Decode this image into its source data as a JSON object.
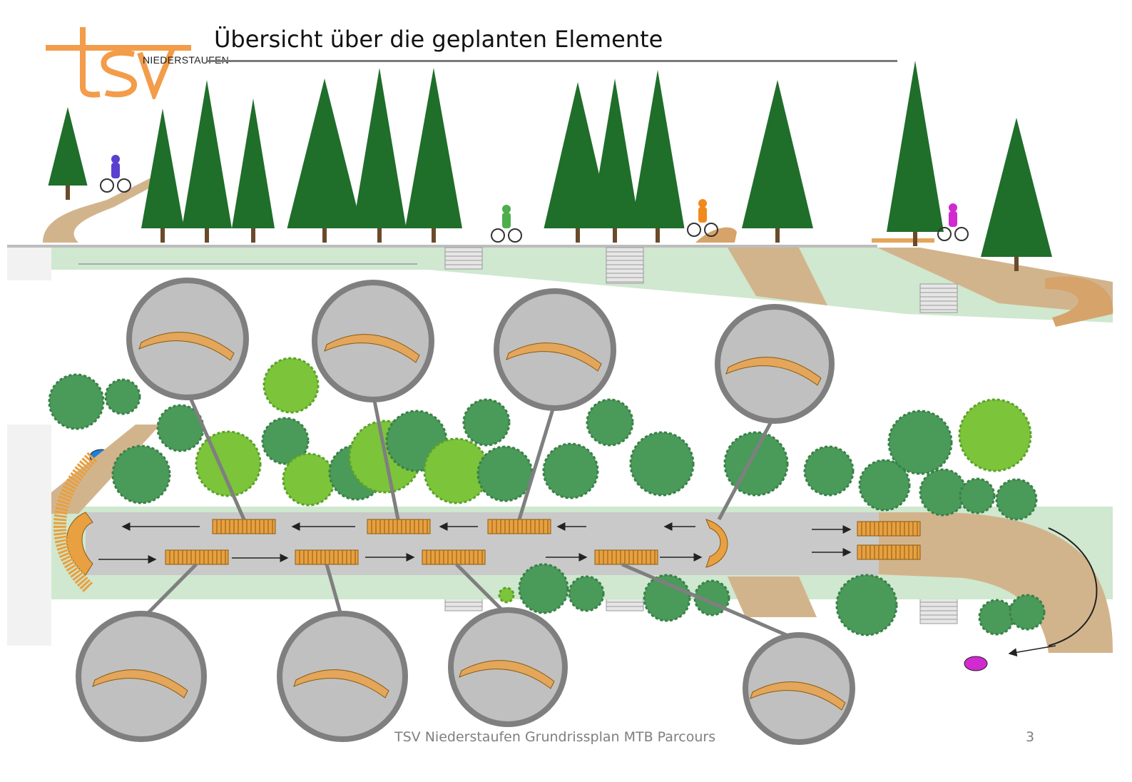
{
  "slide": {
    "title": "Übersicht über die geplanten Elemente",
    "footer": "TSV Niederstaufen Grundrissplan MTB Parcours",
    "page_number": "3"
  },
  "logo": {
    "letters": "tsv",
    "subtitle": "NIEDERSTAUFEN",
    "color": "#f39c4a"
  },
  "colors": {
    "track": "#c9c9c9",
    "grass": "#cfe8cf",
    "dirt": "#d2b48c",
    "wood": "#e8a040",
    "tree_dark": "#1f6e2a",
    "bush": "#4a9a5a",
    "bush_light": "#7cc43a",
    "detail_circle_fill": "#c0c0c0",
    "detail_circle_stroke": "#7f7f7f"
  },
  "elements": {
    "detail_views": [
      "wooden-ramp-flat",
      "wooden-wave-ramp",
      "wooden-arch-bridge",
      "wooden-berm-curve",
      "wooden-roller",
      "wooden-kicker-hump",
      "wooden-drop-ramp",
      "wooden-step-ramp"
    ]
  }
}
